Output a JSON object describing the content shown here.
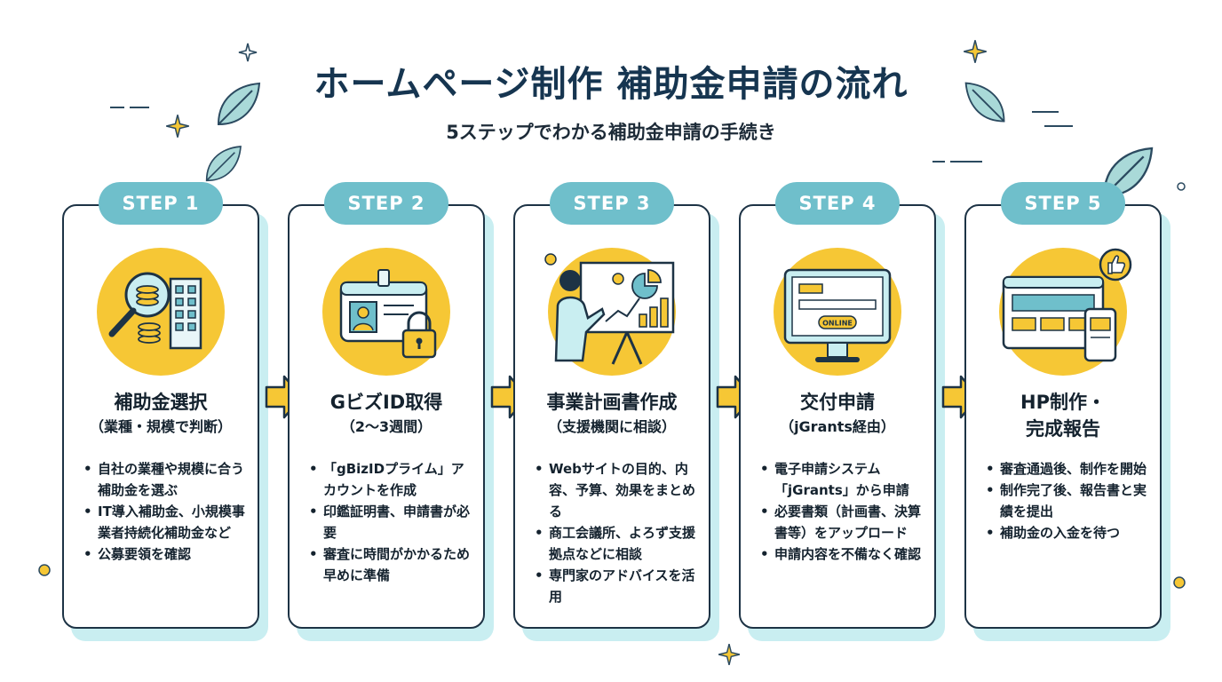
{
  "title": "ホームページ制作 補助金申請の流れ",
  "subtitle": "5ステップでわかる補助金申請の手続き",
  "colors": {
    "accent": "#6fbfcb",
    "yellow": "#f6c735",
    "navy": "#163550",
    "mint": "#c9eef1"
  },
  "steps": [
    {
      "label": "STEP 1",
      "heading": "補助金選択",
      "subheading": "（業種・規模で判断）",
      "icon": "magnifier-coins-building-icon",
      "bullets": [
        "自社の業種や規模に合う補助金を選ぶ",
        "IT導入補助金、小規模事業者持続化補助金など",
        "公募要領を確認"
      ]
    },
    {
      "label": "STEP 2",
      "heading": "GビズID取得",
      "subheading": "（2〜3週間）",
      "icon": "id-card-lock-icon",
      "bullets": [
        "「gBizIDプライム」アカウントを作成",
        "印鑑証明書、申請書が必要",
        "審査に時間がかかるため早めに準備"
      ]
    },
    {
      "label": "STEP 3",
      "heading": "事業計画書作成",
      "subheading": "（支援機関に相談）",
      "icon": "presentation-board-icon",
      "bullets": [
        "Webサイトの目的、内容、予算、効果をまとめる",
        "商工会議所、よろず支援拠点などに相談",
        "専門家のアドバイスを活用"
      ]
    },
    {
      "label": "STEP 4",
      "heading": "交付申請",
      "subheading": "（jGrants経由）",
      "icon": "online-monitor-icon",
      "online_label": "ONLINE",
      "bullets": [
        "電子申請システム「jGrants」から申請",
        "必要書類（計画書、決算書等）をアップロード",
        "申請内容を不備なく確認"
      ]
    },
    {
      "label": "STEP 5",
      "heading": "HP制作・\n完成報告",
      "subheading": "",
      "icon": "website-devices-thumbs-up-icon",
      "bullets": [
        "審査通過後、制作を開始",
        "制作完了後、報告書と実績を提出",
        "補助金の入金を待つ"
      ]
    }
  ]
}
